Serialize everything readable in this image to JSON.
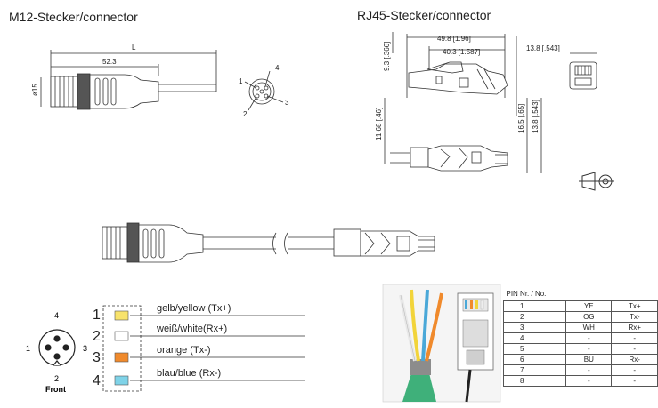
{
  "titles": {
    "m12": "M12-Stecker/connector",
    "rj45": "RJ45-Stecker/connector"
  },
  "m12_dims": {
    "length": "L",
    "len_52": "52.3",
    "dia": "ø15"
  },
  "m12_face_pins": [
    "1",
    "2",
    "3",
    "4"
  ],
  "rj45_dims": {
    "top_left": "9.3 [.366]",
    "d1": "49.8 [1.96]",
    "d2": "40.3 [1.587]",
    "side": "13.8 [.543]",
    "h1": "11.68 [.46]",
    "h2": "16.5 [.65]",
    "h3": "13.8 [.543]"
  },
  "front_view": {
    "pins": [
      "4",
      "1",
      "3",
      "2"
    ],
    "label": "Front"
  },
  "wiring": [
    {
      "pin": "1",
      "label": "gelb/yellow (Tx+)",
      "color": "#f8e36c"
    },
    {
      "pin": "2",
      "label": "weiß/white(Rx+)",
      "color": "#ffffff"
    },
    {
      "pin": "3",
      "label": "orange (Tx-)",
      "color": "#f08a2c"
    },
    {
      "pin": "4",
      "label": "blau/blue (Rx-)",
      "color": "#7fd3e8"
    }
  ],
  "pin_table": {
    "header": "PIN Nr. / No.",
    "rows": [
      [
        "1",
        "YE",
        "Tx+"
      ],
      [
        "2",
        "OG",
        "Tx-"
      ],
      [
        "3",
        "WH",
        "Rx+"
      ],
      [
        "4",
        "-",
        "-"
      ],
      [
        "5",
        "-",
        "-"
      ],
      [
        "6",
        "BU",
        "Rx-"
      ],
      [
        "7",
        "-",
        "-"
      ],
      [
        "8",
        "-",
        "-"
      ]
    ]
  },
  "colors": {
    "cable_green": "#3fb07a",
    "wire_blue": "#4aa8d8",
    "wire_orange": "#f08a2c",
    "wire_yellow": "#f2d43a"
  }
}
